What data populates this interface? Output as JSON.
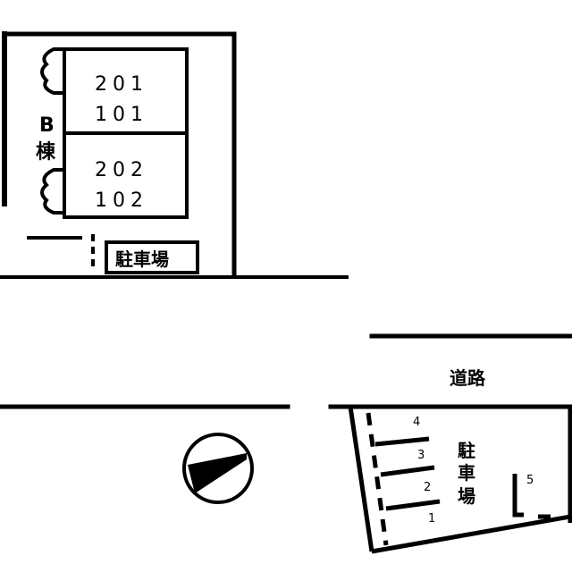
{
  "building": {
    "label_latin": "B",
    "label_kanji": "棟",
    "upper_units": [
      "201",
      "101"
    ],
    "lower_units": [
      "202",
      "102"
    ]
  },
  "parking_small": {
    "label": "駐車場"
  },
  "road": {
    "label": "道路"
  },
  "parking_lot": {
    "label_chars": [
      "駐",
      "車",
      "場"
    ],
    "spaces": [
      "1",
      "2",
      "3",
      "4",
      "5"
    ]
  },
  "compass": {
    "icon": "north-arrow-icon"
  }
}
